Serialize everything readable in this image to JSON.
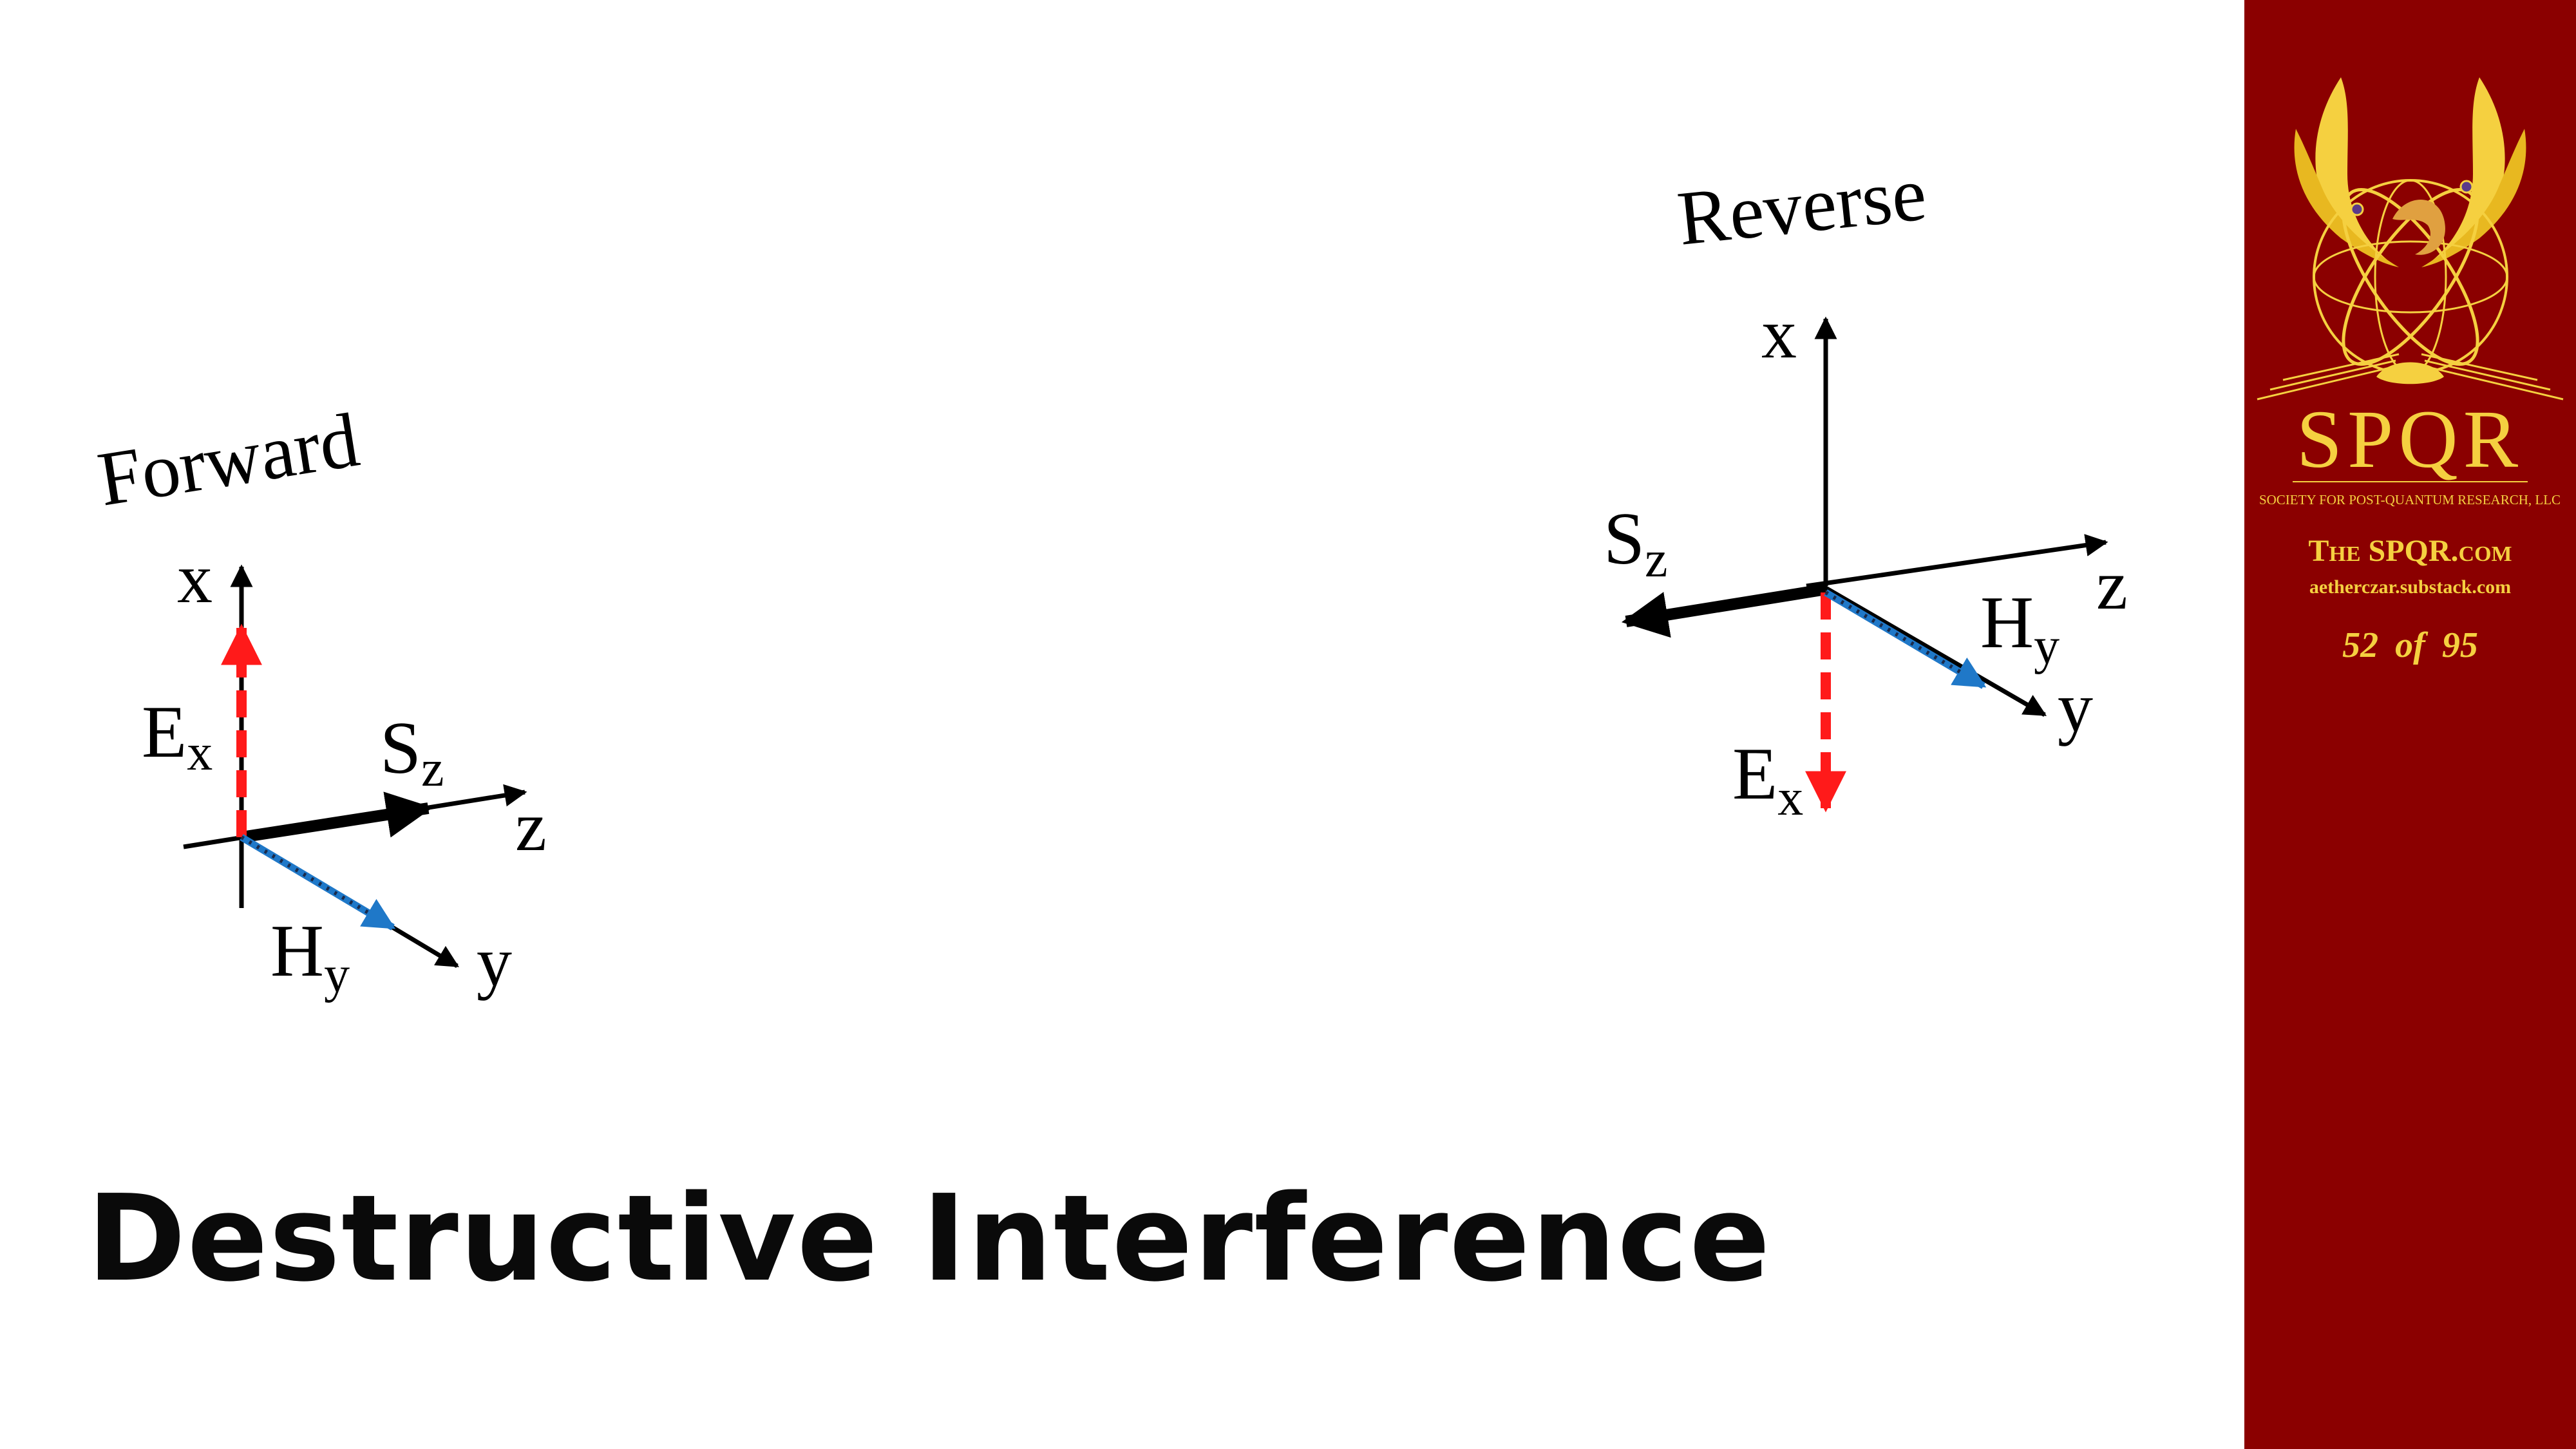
{
  "title": "Destructive Interference",
  "forward": {
    "heading": "Forward",
    "labels": {
      "x": "x",
      "y": "y",
      "z": "z",
      "E": "E",
      "E_sub": "x",
      "H": "H",
      "H_sub": "y",
      "S": "S",
      "S_sub": "z"
    }
  },
  "reverse": {
    "heading": "Reverse",
    "labels": {
      "x": "x",
      "y": "y",
      "z": "z",
      "E": "E",
      "E_sub": "x",
      "H": "H",
      "H_sub": "y",
      "S": "S",
      "S_sub": "z"
    }
  },
  "sidebar": {
    "logo_text": "SPQR",
    "logo_subtitle": "SOCIETY FOR POST-QUANTUM RESEARCH, LLC",
    "site": "The SPQR.com",
    "substack": "aetherczar.substack.com",
    "page_current": "52",
    "page_of": "of",
    "page_total": "95"
  },
  "colors": {
    "sidebar_bg": "#8b0000",
    "gold": "#f5d040",
    "e_field": "#ff1a1a",
    "h_field": "#1f78c8",
    "h_dots": "#1a2a4a",
    "axis": "#000000"
  }
}
